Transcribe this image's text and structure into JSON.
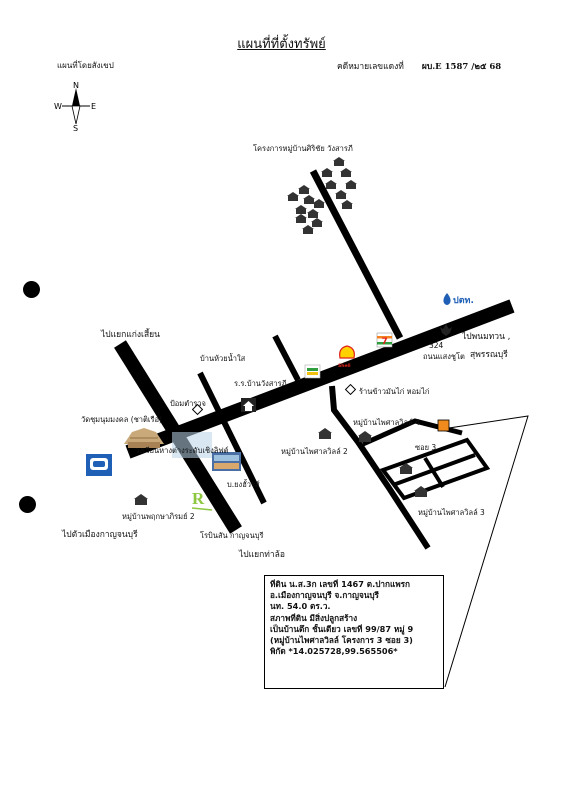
{
  "header": {
    "title": "แผนที่ที่ตั้งทรัพย์",
    "left_label": "แผนที่โดยสังเขป",
    "case_label": "คดีหมายเลขแดงที่",
    "case_number": "ผบ.E 1587 /๒๕ 68"
  },
  "compass": {
    "n": "N",
    "s": "S",
    "e": "E",
    "w": "W"
  },
  "labels": {
    "village_top": "โครงการหมู่บ้านศิริชัย วังสารภี",
    "to_kaeng_sian": "ไปแยกแก่งเสี้ยน",
    "ban_huai_nam_sai": "บ้านห้วยน้ำใส",
    "school": "ร.ร.บ้านวังสารภี",
    "police_box": "ป้อมตำรวจ",
    "temple": "วัดชุมนุมมงคล (ชาติเรือ)",
    "roundabout": "วงเวียนหางต่างระดับเชิงลิฟต์",
    "bank": "บ.ยงฮั้วรส์",
    "village_villa2": "หมู่บ้านไพศาลวิลล์ 2",
    "village_villa4": "หมู่บ้านไพศาลวิลล์ 4",
    "cassava_shop": "ร้านข้าวมันไก่ หอมไก่",
    "to_phanom_thuan": "ไปพนมทวน ,",
    "suphanburi": "สุพรรณบุรี",
    "road_no": "324",
    "road_name": "ถนนแสงชูโต",
    "soi": "ซอย 3",
    "village_villa3": "หมู่บ้านไพศาลวิลล์ 3",
    "village_pruksa": "หมู่บ้านพฤกษาภิรมย์ 2",
    "hospital": "โรบินสัน กาญจนบุรี",
    "to_tha_lo": "ไปแยกท่าล้อ",
    "to_kanchanaburi": "ไปตัวเมืองกาญจนบุรี",
    "shell": "Shell",
    "ptt": "ปตท.",
    "seven": "7"
  },
  "info": {
    "line1": "ที่ดิน น.ส.3ก เลขที่ 1467 ต.ปากแพรก",
    "line2": "อ.เมืองกาญจนบุรี จ.กาญจนบุรี",
    "line3": "นท. 54.0 ตร.ว.",
    "line4": "สภาพที่ดิน มีสิ่งปลูกสร้าง",
    "line5": "เป็นบ้านตึก ชั้นเดียว เลขที่ 99/87 หมู่ 9",
    "line6": "(หมู่บ้านไพศาลวิลล์ โครงการ 3 ซอย 3)",
    "line7": "พิกัด *14.025728,99.565506*"
  },
  "colors": {
    "road": "#000000",
    "target": "#f08a1c",
    "shell_red": "#e2231a",
    "shell_yellow": "#ffd100",
    "ptt_blue": "#1f5fb5"
  }
}
